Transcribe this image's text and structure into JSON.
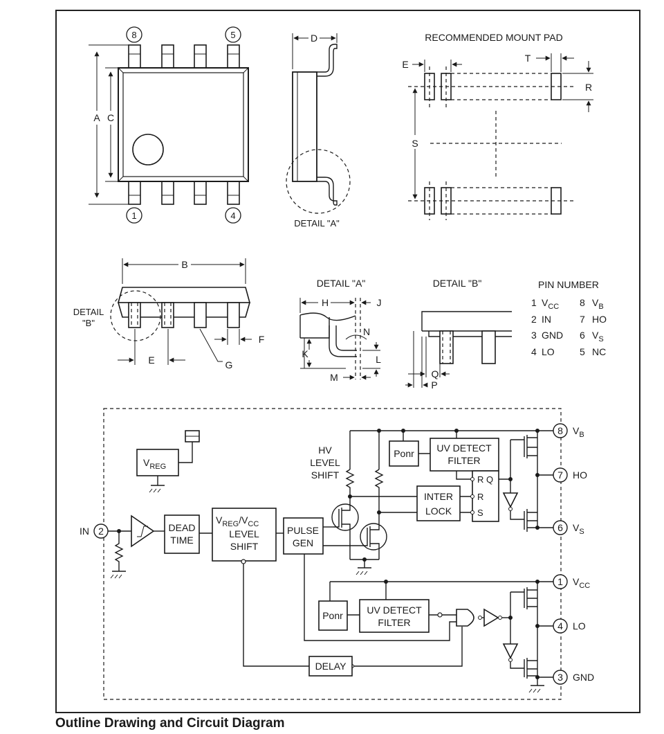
{
  "caption": "Outline Drawing and Circuit Diagram",
  "outline": {
    "top_view": {
      "pin_top_left": "8",
      "pin_top_right": "5",
      "pin_bottom_left": "1",
      "pin_bottom_right": "4",
      "dim_a": "A",
      "dim_c": "C"
    },
    "side_view": {
      "dim_d": "D",
      "detail_label": "DETAIL \"A\""
    },
    "mount_pad": {
      "title": "RECOMMENDED MOUNT PAD",
      "dim_e": "E",
      "dim_t": "T",
      "dim_r": "R",
      "dim_s": "S"
    },
    "front_view": {
      "dim_b": "B",
      "detail_line1": "DETAIL",
      "detail_line2": "\"B\"",
      "dim_e": "E",
      "dim_f": "F",
      "dim_g": "G"
    },
    "detail_a": {
      "title": "DETAIL \"A\"",
      "h": "H",
      "j": "J",
      "n": "N",
      "k": "K",
      "l": "L",
      "m": "M"
    },
    "detail_b": {
      "title": "DETAIL \"B\"",
      "q": "Q",
      "p": "P"
    },
    "pin_table": {
      "title": "PIN NUMBER",
      "rows": [
        {
          "left_num": "1",
          "left_name": "V",
          "left_sub": "CC",
          "right_num": "8",
          "right_name": "V",
          "right_sub": "B"
        },
        {
          "left_num": "2",
          "left_name": "IN",
          "left_sub": "",
          "right_num": "7",
          "right_name": "HO",
          "right_sub": ""
        },
        {
          "left_num": "3",
          "left_name": "GND",
          "left_sub": "",
          "right_num": "6",
          "right_name": "V",
          "right_sub": "S"
        },
        {
          "left_num": "4",
          "left_name": "LO",
          "left_sub": "",
          "right_num": "5",
          "right_name": "NC",
          "right_sub": ""
        }
      ]
    }
  },
  "circuit": {
    "vreg": {
      "main": "V",
      "sub": "REG"
    },
    "dead_time": {
      "line1": "DEAD",
      "line2": "TIME"
    },
    "level_shift": {
      "line1a": "V",
      "line1b": "REG",
      "line1c": "/V",
      "line1d": "CC",
      "line2": "LEVEL",
      "line3": "SHIFT"
    },
    "pulse_gen": {
      "line1": "PULSE",
      "line2": "GEN"
    },
    "hv_level_shift": {
      "line1": "HV",
      "line2": "LEVEL",
      "line3": "SHIFT"
    },
    "ponr_high": "Ponr",
    "uv_high": {
      "line1": "UV DETECT",
      "line2": "FILTER"
    },
    "interlock": {
      "line1": "INTER",
      "line2": "LOCK"
    },
    "latch": {
      "r_q": "R Q",
      "r": "R",
      "s": "S"
    },
    "ponr_low": "Ponr",
    "uv_low": {
      "line1": "UV DETECT",
      "line2": "FILTER"
    },
    "delay": "DELAY",
    "pins": {
      "in": {
        "num": "2",
        "label": "IN"
      },
      "vb": {
        "num": "8",
        "name": "V",
        "sub": "B"
      },
      "ho": {
        "num": "7",
        "label": "HO"
      },
      "vs": {
        "num": "6",
        "name": "V",
        "sub": "S"
      },
      "vcc": {
        "num": "1",
        "name": "V",
        "sub": "CC"
      },
      "lo": {
        "num": "4",
        "label": "LO"
      },
      "gnd": {
        "num": "3",
        "label": "GND"
      }
    }
  }
}
